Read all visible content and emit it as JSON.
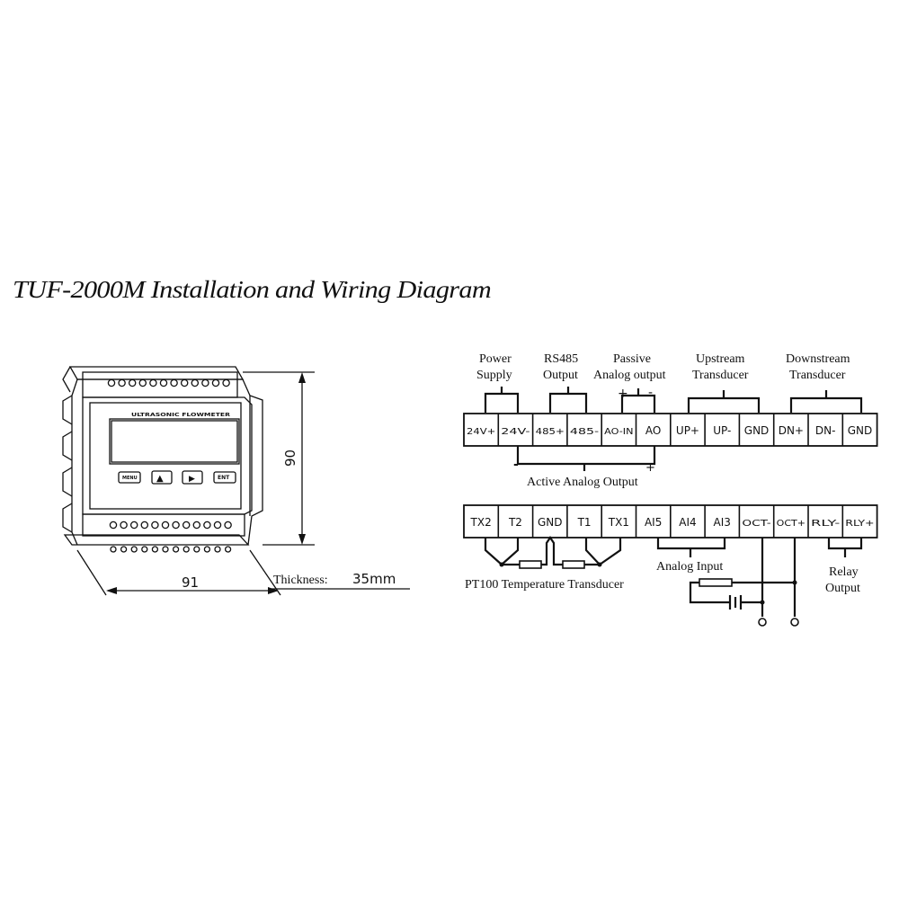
{
  "title": "TUF-2000M Installation and Wiring Diagram",
  "device": {
    "panel_label": "ULTRASONIC FLOWMETER",
    "buttons": [
      {
        "key": "menu",
        "label": "MENU"
      },
      {
        "key": "up",
        "label": "▲"
      },
      {
        "key": "right",
        "label": "▶"
      },
      {
        "key": "enter",
        "label": "ENT"
      }
    ],
    "height_dim": "90",
    "width_dim": "91",
    "thickness_label": "Thickness:",
    "thickness_value": "35mm"
  },
  "top_row": {
    "groups": {
      "power_1": "Power",
      "power_2": "Supply",
      "rs485_1": "RS485",
      "rs485_2": "Output",
      "passive_1": "Passive",
      "passive_2": "Analog output",
      "passive_plus": "+",
      "passive_minus": "-",
      "upstream_1": "Upstream",
      "upstream_2": "Transducer",
      "downstream_1": "Downstream",
      "downstream_2": "Transducer"
    },
    "terminals": [
      "24V+",
      "24V-",
      "485+",
      "485-",
      "AO-IN",
      "AO",
      "UP+",
      "UP-",
      "GND",
      "DN+",
      "DN-",
      "GND"
    ],
    "active_output": {
      "label": "Active Analog Output",
      "minus": "-",
      "plus": "+"
    }
  },
  "bottom_row": {
    "terminals": [
      "TX2",
      "T2",
      "GND",
      "T1",
      "TX1",
      "AI5",
      "AI4",
      "AI3",
      "OCT-",
      "OCT+",
      "RLY-",
      "RLY+"
    ],
    "pt100_label": "PT100 Temperature Transducer",
    "analog_input_label": "Analog Input",
    "relay_1": "Relay",
    "relay_2": "Output"
  }
}
